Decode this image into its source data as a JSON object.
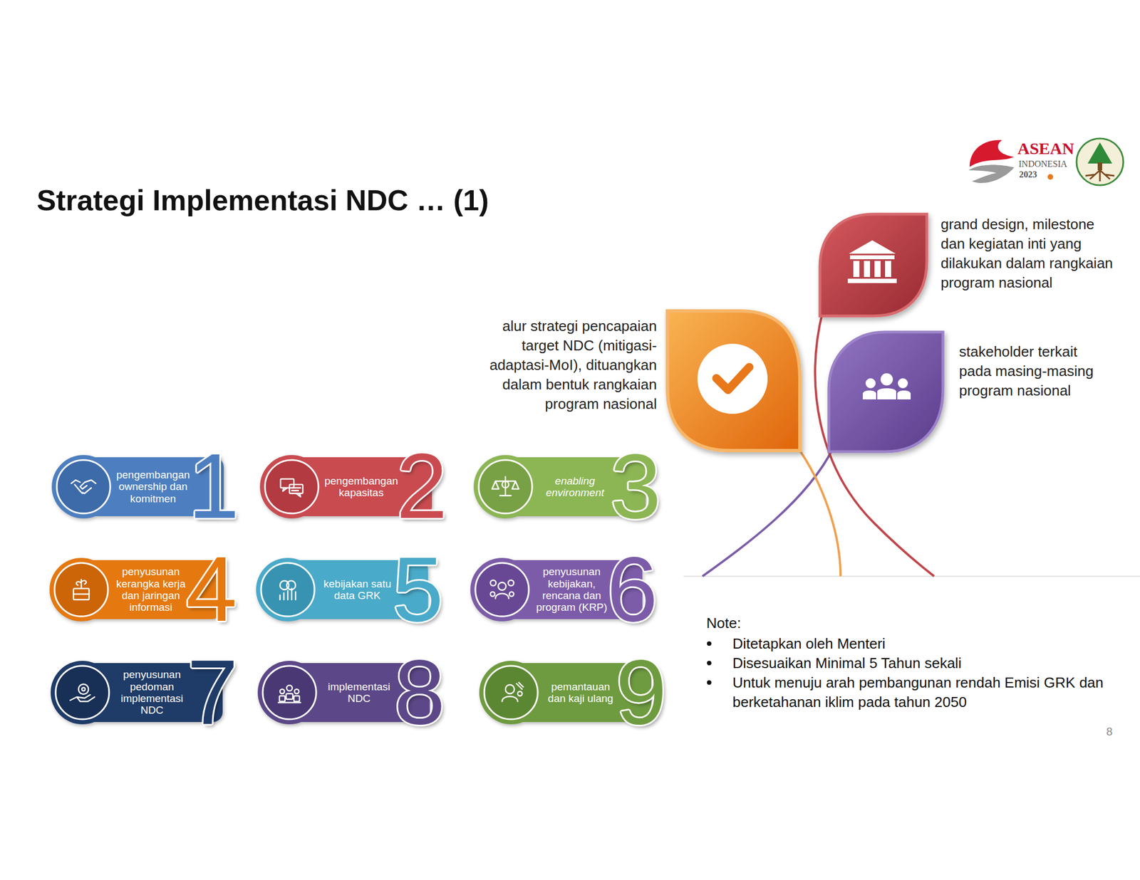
{
  "diagram": {
    "title": "Strategi Implementasi NDC … (1)",
    "nodes": [
      {
        "text": [
          "pengembangan ownership dan komitmen",
          "1"
        ]
      },
      {
        "text": [
          "pengembangan kapasitas",
          "2"
        ]
      },
      {
        "text": [
          "enabling environment",
          "3"
        ]
      },
      {
        "text": [
          "penyusunan kerangka kerja dan jaringan informasi",
          "4"
        ]
      },
      {
        "text": [
          "kebijakan satu data GRK",
          "5"
        ]
      },
      {
        "text": [
          "penyusunan kebijakan, rencana dan program (KRP)",
          "6"
        ]
      },
      {
        "text": [
          "penyusunan pedoman implementasi NDC",
          "7"
        ]
      },
      {
        "text": [
          "implementasi NDC",
          "8"
        ]
      },
      {
        "text": [
          "pemantauan dan kaji ulang",
          "9"
        ]
      }
    ],
    "labels": [
      "ASEAN",
      "INDONESIA",
      "2023",
      "grand design, milestone dan kegiatan inti yang dilakukan dalam rangkaian program nasional",
      "alur strategi pencapaian target NDC (mitigasi-adaptasi-MoI), dituangkan dalam bentuk rangkaian program nasional",
      "stakeholder terkait pada masing-masing program nasional",
      "Note:",
      "Ditetapkan oleh Menteri",
      "Disesuaikan Minimal 5 Tahun sekali",
      "Untuk menuju arah pembangunan rendah Emisi GRK dan berketahanan iklim pada tahun 2050",
      "8"
    ]
  }
}
